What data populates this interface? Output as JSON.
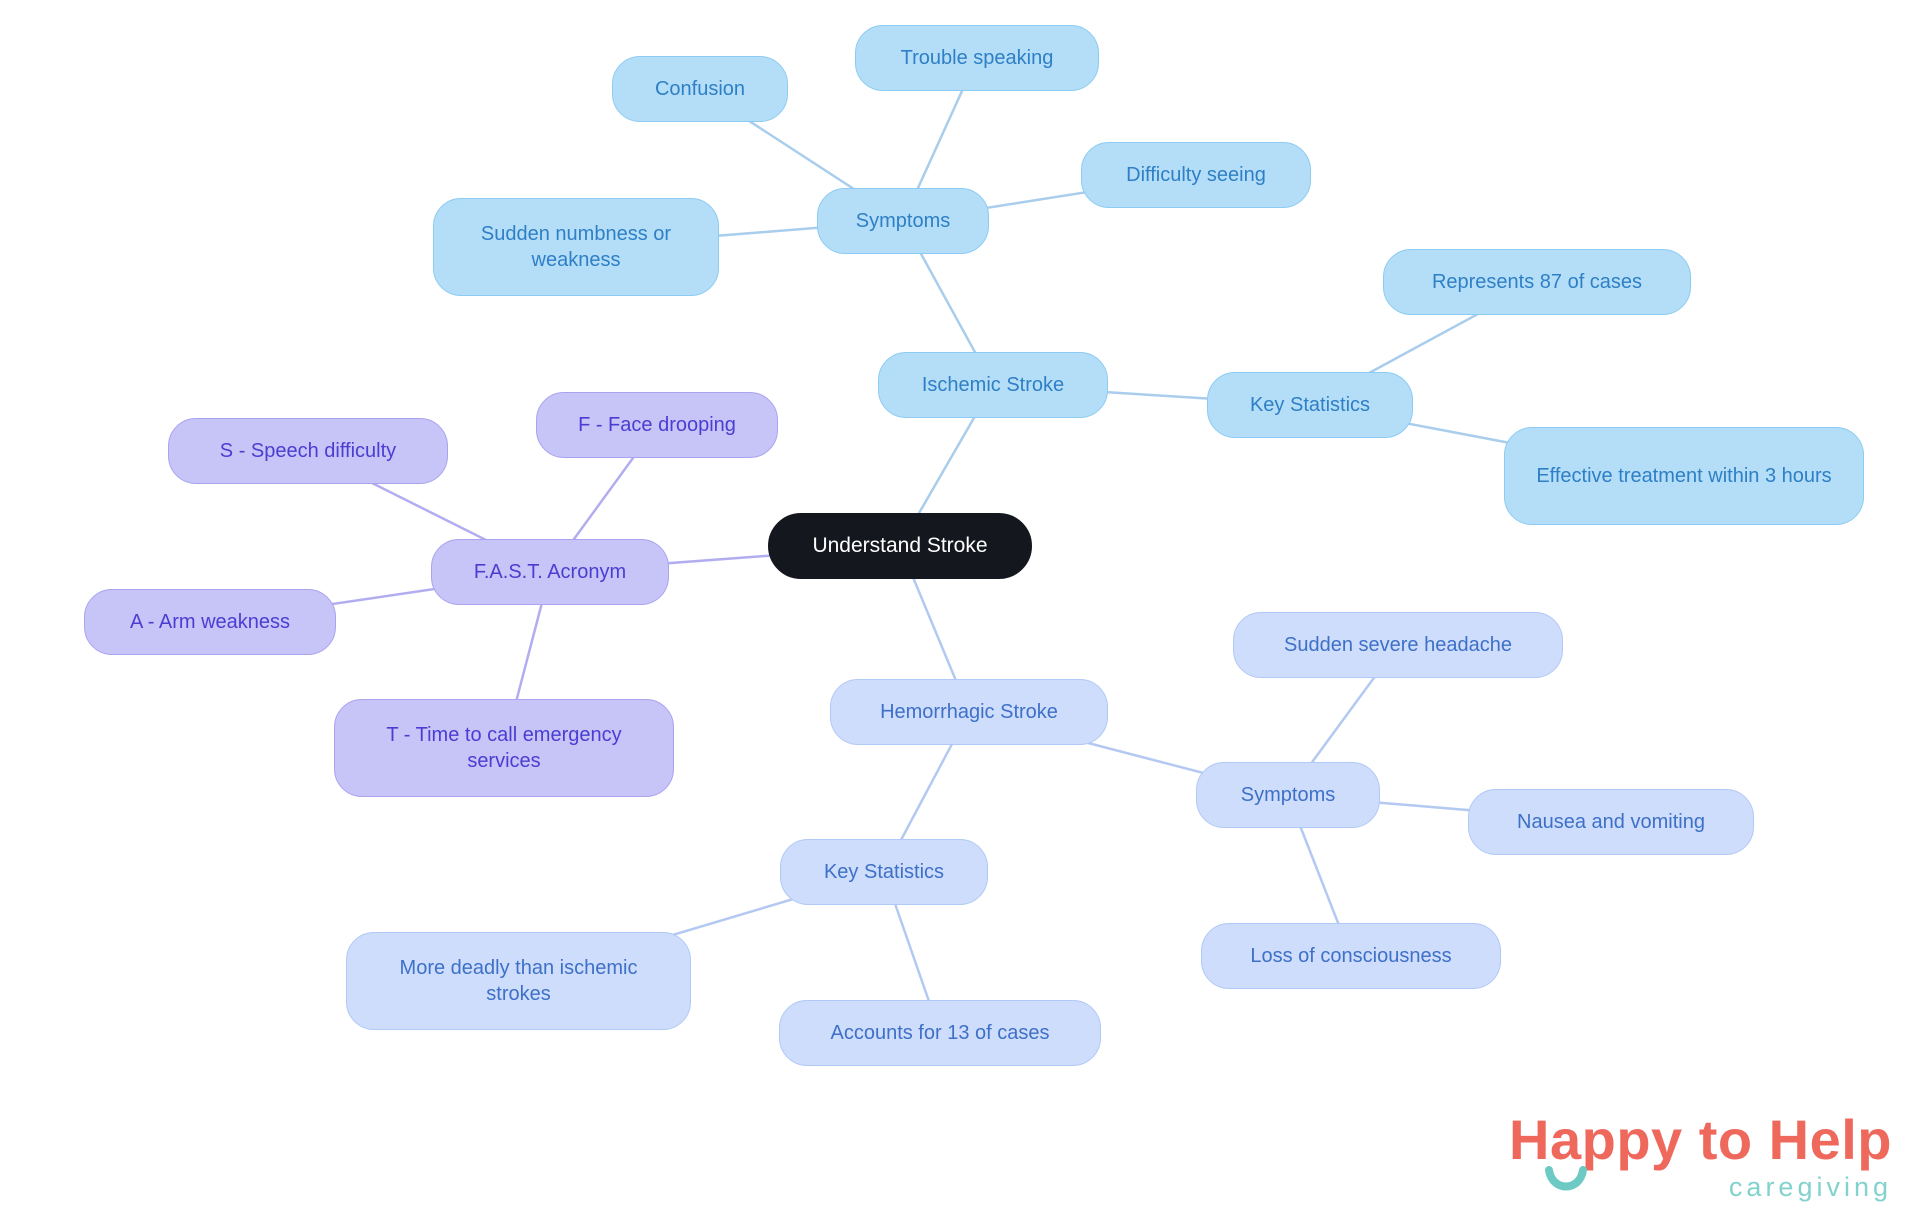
{
  "mindmap": {
    "root": {
      "label": "Understand Stroke"
    },
    "nodes": {
      "ischemic": {
        "label": "Ischemic Stroke"
      },
      "ischemic_symptoms": {
        "label": "Symptoms"
      },
      "confusion": {
        "label": "Confusion"
      },
      "trouble_speaking": {
        "label": "Trouble speaking"
      },
      "difficulty_seeing": {
        "label": "Difficulty seeing"
      },
      "sudden_numbness": {
        "label": "Sudden numbness or weakness"
      },
      "ischemic_stats": {
        "label": "Key Statistics"
      },
      "represents_87": {
        "label": "Represents 87 of cases"
      },
      "effective_treatment": {
        "label": "Effective treatment within 3 hours"
      },
      "fast": {
        "label": "F.A.S.T. Acronym"
      },
      "fast_f": {
        "label": "F - Face drooping"
      },
      "fast_s": {
        "label": "S - Speech difficulty"
      },
      "fast_a": {
        "label": "A - Arm weakness"
      },
      "fast_t": {
        "label": "T - Time to call emergency services"
      },
      "hemorrhagic": {
        "label": "Hemorrhagic Stroke"
      },
      "hem_symptoms": {
        "label": "Symptoms"
      },
      "sudden_headache": {
        "label": "Sudden severe headache"
      },
      "nausea": {
        "label": "Nausea and vomiting"
      },
      "loss_consciousness": {
        "label": "Loss of consciousness"
      },
      "hem_stats": {
        "label": "Key Statistics"
      },
      "more_deadly": {
        "label": "More deadly than ischemic strokes"
      },
      "accounts_13": {
        "label": "Accounts for 13 of cases"
      }
    },
    "colors": {
      "root_bg": "#15171e",
      "root_text": "#ffffff",
      "ischemic_branch_bg": "#b4def8",
      "ischemic_branch_text": "#2e7fc5",
      "fast_branch_bg": "#c7c4f7",
      "fast_branch_text": "#4a3ed2",
      "hemorrhagic_branch_bg": "#cdddfb",
      "hemorrhagic_branch_text": "#3e70c8",
      "edge_blue": "#a9cdec",
      "edge_purple": "#b2adf0",
      "edge_periwinkle": "#b4c9f2"
    }
  },
  "logo": {
    "title": "Happy to Help",
    "subtitle": "caregiving",
    "title_color": "#ef685c",
    "subtitle_color": "#82d2cd"
  }
}
